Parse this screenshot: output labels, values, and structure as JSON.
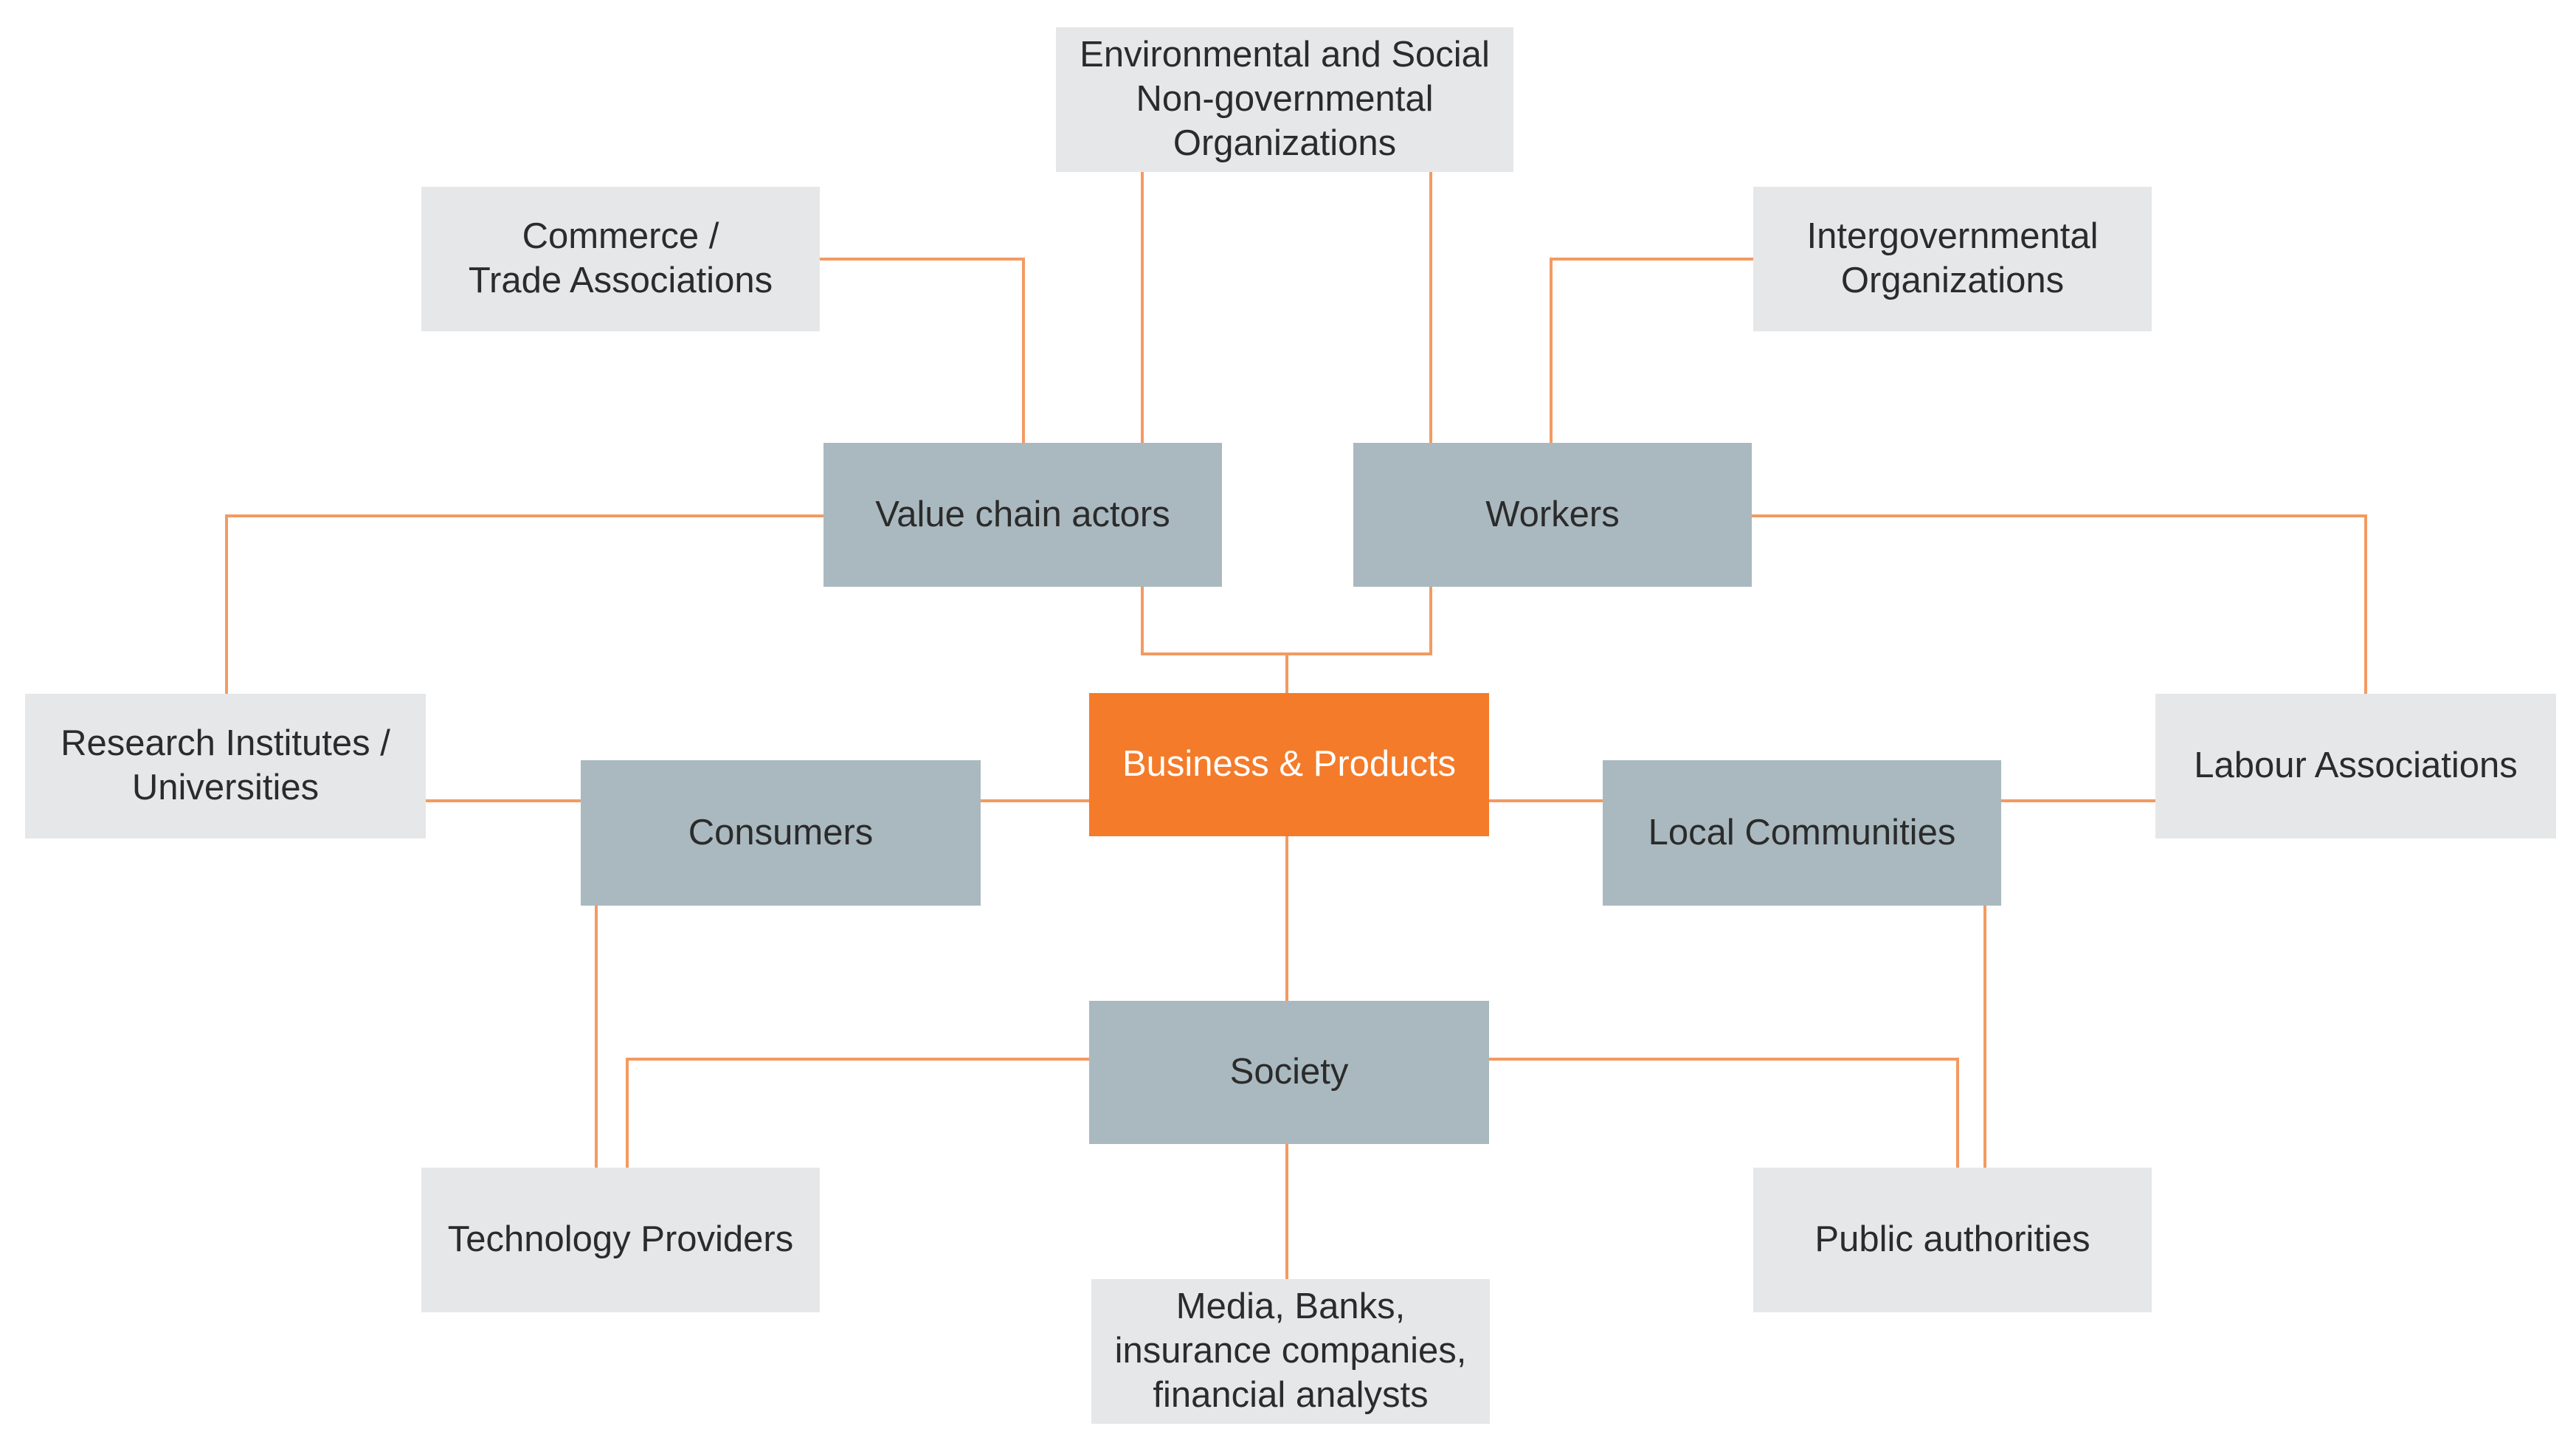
{
  "colors": {
    "center_fill": "#f47b2a",
    "inner_fill": "#aab9c0",
    "outer_fill": "#e6e7e8",
    "connector": "#f39a62",
    "text": "#2b2b2b",
    "center_text": "#ffffff"
  },
  "nodes": {
    "business_products": "Business & Products",
    "value_chain_actors": "Value chain actors",
    "workers": "Workers",
    "consumers": "Consumers",
    "local_communities": "Local Communities",
    "society": "Society",
    "env_social_ngos": "Environmental and Social\nNon-governmental\nOrganizations",
    "commerce_trade": "Commerce /\nTrade Associations",
    "intergovernmental": "Intergovernmental\nOrganizations",
    "research_institutes": "Research Institutes /\nUniversities",
    "labour_associations": "Labour Associations",
    "technology_providers": "Technology Providers",
    "public_authorities": "Public authorities",
    "media_banks": "Media, Banks,\ninsurance companies,\nfinancial analysts"
  }
}
